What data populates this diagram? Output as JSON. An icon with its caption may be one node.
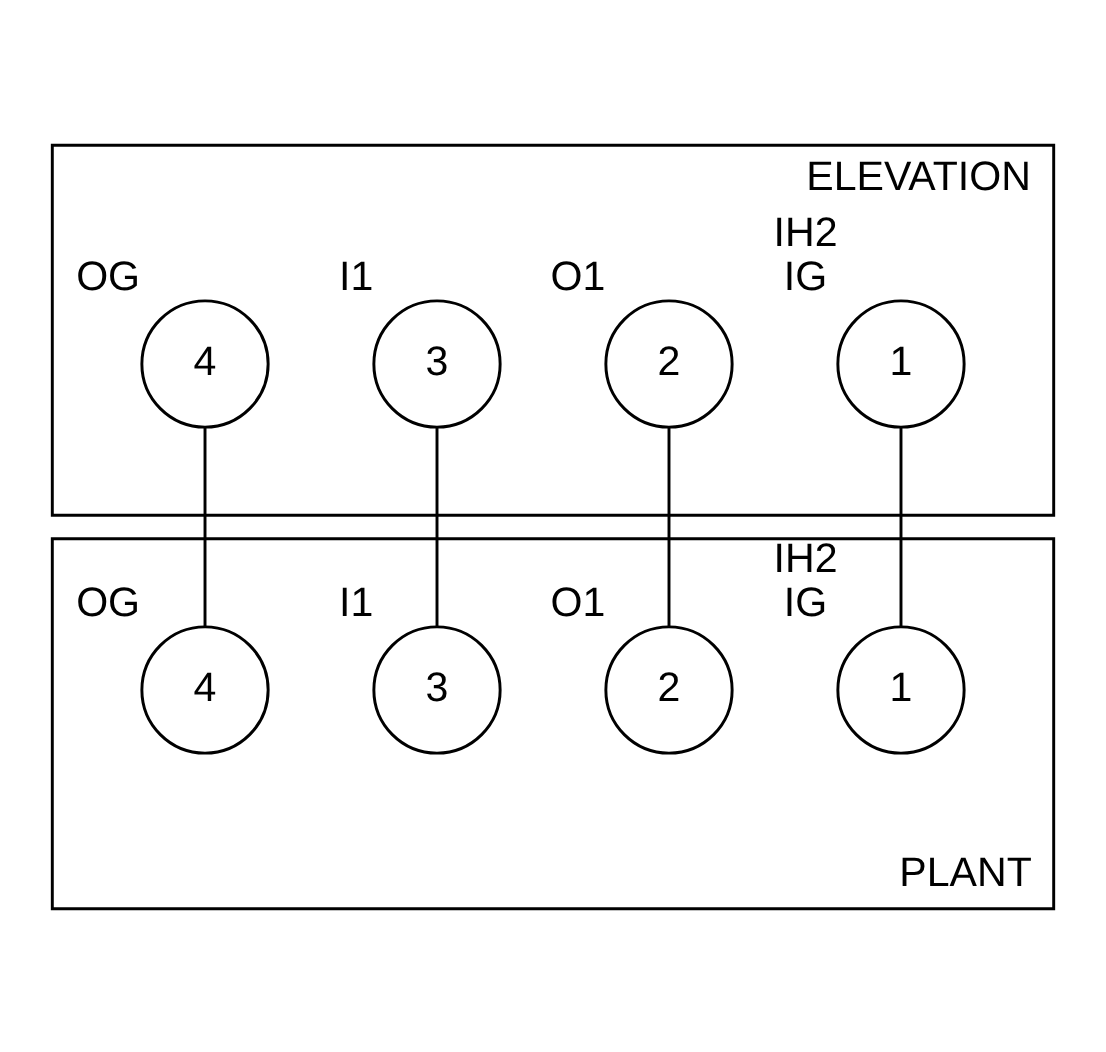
{
  "diagram": {
    "nodes": [
      {
        "text": [
          "ELEVATION"
        ]
      },
      {
        "text": [
          "1"
        ],
        "in": 0,
        "beside": [
          "IH2 IG"
        ]
      },
      {
        "text": [
          "2"
        ],
        "in": 0,
        "beside": [
          "O1"
        ]
      },
      {
        "text": [
          "3"
        ],
        "in": 0,
        "beside": [
          "I1"
        ]
      },
      {
        "text": [
          "4"
        ],
        "in": 0,
        "beside": [
          "OG"
        ]
      },
      {
        "text": [
          "PLANT"
        ]
      },
      {
        "text": [
          "2"
        ],
        "in": 5,
        "beside": [
          "O1"
        ]
      },
      {
        "text": [
          "4"
        ],
        "in": 5,
        "beside": [
          "OG"
        ]
      },
      {
        "text": [
          "1"
        ],
        "in": 5,
        "beside": [
          "IH2 IG"
        ]
      },
      {
        "text": [
          "3"
        ],
        "in": 5,
        "beside": [
          "I1"
        ]
      }
    ],
    "edges": [
      {
        "from": 1,
        "to": 8,
        "arrow": "none"
      },
      {
        "from": 2,
        "to": 6,
        "arrow": "none"
      },
      {
        "from": 3,
        "to": 9,
        "arrow": "none"
      },
      {
        "from": 4,
        "to": 7,
        "arrow": "none"
      }
    ]
  }
}
